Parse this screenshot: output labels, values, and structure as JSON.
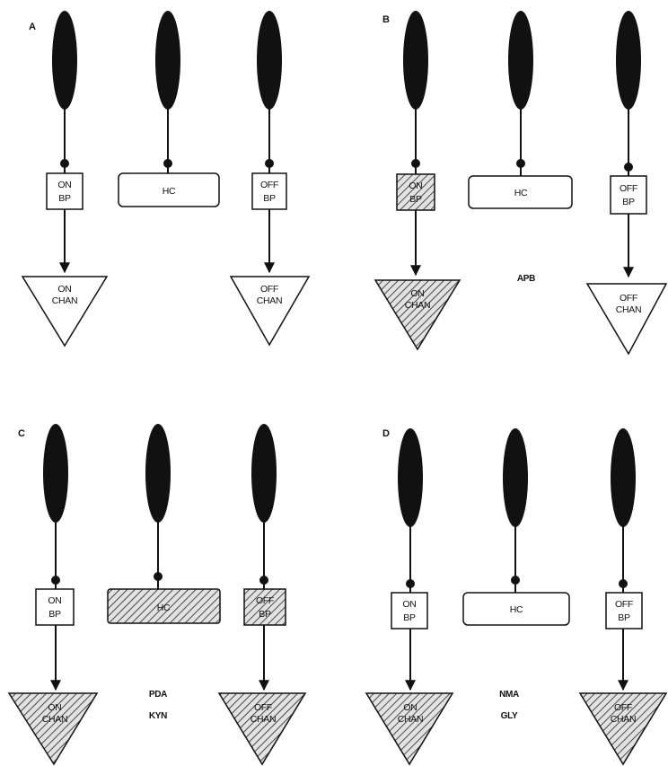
{
  "panels": [
    {
      "letter": "A",
      "on_bp": [
        "ON",
        "BP"
      ],
      "hc": "HC",
      "off_bp": [
        "OFF",
        "BP"
      ],
      "on_chan": [
        "ON",
        "CHAN"
      ],
      "off_chan": [
        "OFF",
        "CHAN"
      ],
      "drugs": []
    },
    {
      "letter": "B",
      "on_bp": [
        "ON",
        "BP"
      ],
      "hc": "HC",
      "off_bp": [
        "OFF",
        "BP"
      ],
      "on_chan": [
        "ON",
        "CHAN"
      ],
      "off_chan": [
        "OFF",
        "CHAN"
      ],
      "drugs": [
        "APB"
      ]
    },
    {
      "letter": "C",
      "on_bp": [
        "ON",
        "BP"
      ],
      "hc": "HC",
      "off_bp": [
        "OFF",
        "BP"
      ],
      "on_chan": [
        "ON",
        "CHAN"
      ],
      "off_chan": [
        "OFF",
        "CHAN"
      ],
      "drugs": [
        "PDA",
        "KYN"
      ]
    },
    {
      "letter": "D",
      "on_bp": [
        "ON",
        "BP"
      ],
      "hc": "HC",
      "off_bp": [
        "OFF",
        "BP"
      ],
      "on_chan": [
        "ON",
        "CHAN"
      ],
      "off_chan": [
        "OFF",
        "CHAN"
      ],
      "drugs": [
        "NMA",
        "GLY"
      ]
    }
  ],
  "shading": {
    "A": {
      "on_bp": false,
      "hc": false,
      "off_bp": false,
      "on_chan": false,
      "off_chan": false
    },
    "B": {
      "on_bp": true,
      "hc": false,
      "off_bp": false,
      "on_chan": true,
      "off_chan": false
    },
    "C": {
      "on_bp": false,
      "hc": true,
      "off_bp": true,
      "on_chan": true,
      "off_chan": true
    },
    "D": {
      "on_bp": false,
      "hc": false,
      "off_bp": false,
      "on_chan": true,
      "off_chan": true
    }
  },
  "colors": {
    "ink": "#111111",
    "shade_fill": "#e2e2e2",
    "background": "#ffffff"
  }
}
